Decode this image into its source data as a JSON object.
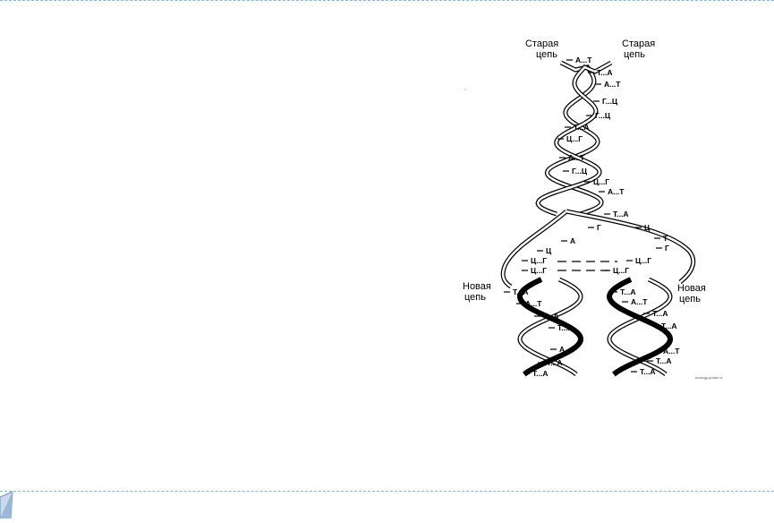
{
  "labels": {
    "old_strand_left_1": "Старая",
    "old_strand_left_2": "цепь",
    "old_strand_right_1": "Старая",
    "old_strand_right_2": "цепь",
    "new_strand_left_1": "Новая",
    "new_strand_left_2": "цепь",
    "new_strand_right_1": "Новая",
    "new_strand_right_2": "цепь",
    "watermark": "ecology-portal.ru"
  },
  "base_pairs_parent": [
    "А...Т",
    "Т...А",
    "А...Т",
    "Г...Ц",
    "Г...Ц",
    "Т...А",
    "Ц...Г",
    "А...Т",
    "Г...Ц",
    "Ц...Г",
    "А...Т"
  ],
  "fork": {
    "center": "Т...А",
    "left_unpaired": [
      "Г",
      "А",
      "Ц"
    ],
    "right_unpaired": [
      "Ц",
      "Т",
      "Г"
    ],
    "left_pairs": [
      "Ц...Г",
      "Ц...Г"
    ],
    "right_pairs": [
      "Ц...Г",
      "Ц...Г"
    ]
  },
  "daughter_left": [
    "Т...А",
    "А...Т",
    "Т...А",
    "Т...А",
    "А...Т",
    "Т...А",
    "Т...А"
  ],
  "daughter_right": [
    "Т...А",
    "А...Т",
    "Т...А",
    "Т...А",
    "А...Т",
    "Т...А",
    "Т...А"
  ]
}
